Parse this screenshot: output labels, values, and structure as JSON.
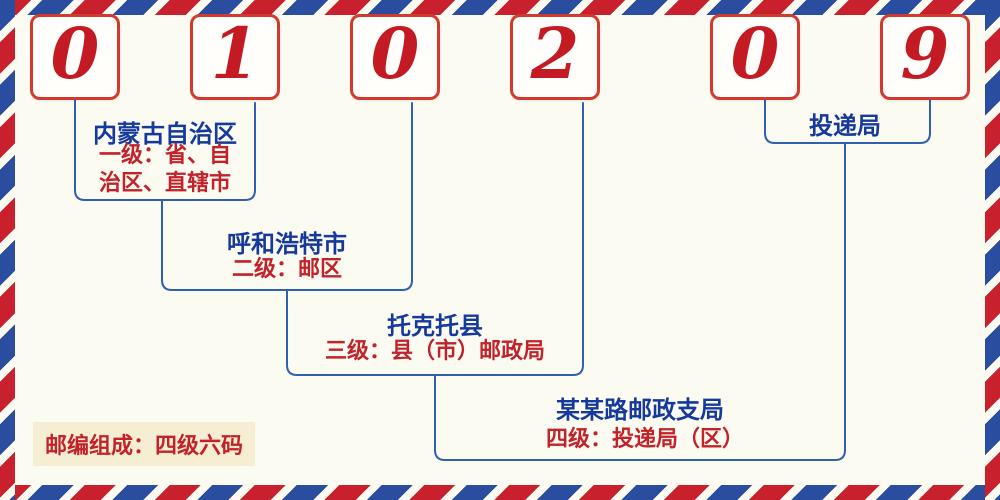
{
  "postal_code": {
    "digits": [
      "0",
      "1",
      "0",
      "2",
      "0",
      "9"
    ]
  },
  "annotations": {
    "province": {
      "name": "内蒙古自治区",
      "desc": "一级：省、自\n治区、直辖市"
    },
    "city": {
      "name": "呼和浩特市",
      "desc": "二级：邮区"
    },
    "county": {
      "name": "托克托县",
      "desc": "三级：县（市）邮政局"
    },
    "branch": {
      "name": "某某路邮政支局",
      "desc": "四级：投递局（区）"
    },
    "delivery": {
      "name": "投递局"
    }
  },
  "footer": {
    "composition_label": "邮编组成：四级六码"
  },
  "colors": {
    "digit_red": "#c41a23",
    "digit_box_border": "#d2392f",
    "label_blue": "#16399c",
    "desc_red": "#c2222a",
    "line_blue": "#3060b0",
    "stripe_red": "#c8202c",
    "stripe_blue": "#2a4da0",
    "background_cream": "#fbfbf1",
    "footer_badge_bg": "#f5eed2"
  }
}
